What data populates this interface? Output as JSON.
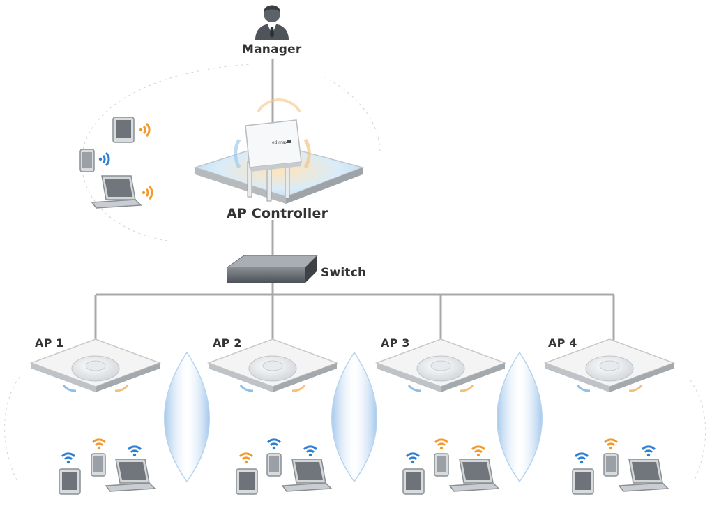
{
  "manager": {
    "label": "Manager",
    "icon": "manager-person-icon"
  },
  "controller": {
    "label": "AP Controller",
    "icon": "ap-controller-device-icon",
    "logo_text": "edimax"
  },
  "switch": {
    "label": "Switch",
    "icon": "network-switch-icon"
  },
  "access_points": [
    {
      "label": "AP 1"
    },
    {
      "label": "AP 2"
    },
    {
      "label": "AP 3"
    },
    {
      "label": "AP 4"
    }
  ],
  "colors": {
    "wire": "#a8a8a8",
    "wifi_orange": "#f29a2e",
    "wifi_blue": "#2f7fd1",
    "overlap_blue": "#bcd8f2",
    "label": "#333333"
  }
}
